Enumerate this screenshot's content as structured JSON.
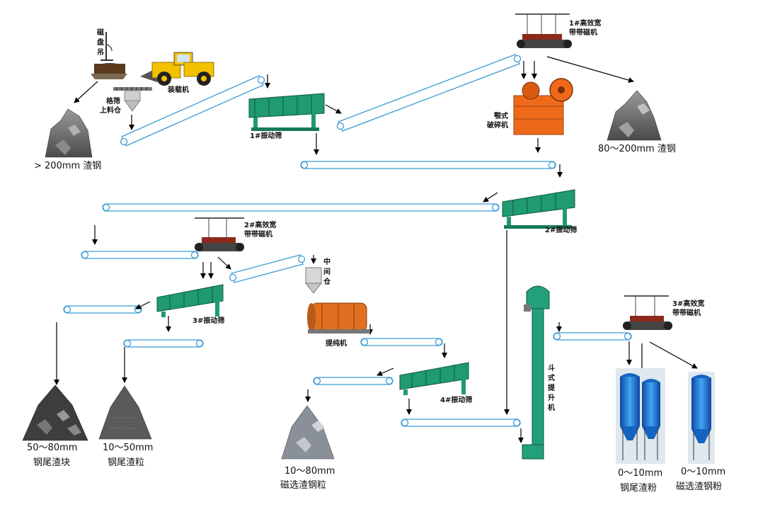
{
  "labels": {
    "magnet_crane": "磁盘吊",
    "loader": "装载机",
    "grid_hopper_1": "格筛",
    "grid_hopper_2": "上料仓",
    "separator1_a": "1#高效宽",
    "separator1_b": "带带磁机",
    "screen1": "1#振动筛",
    "jaw_crusher_a": "颚式",
    "jaw_crusher_b": "破碎机",
    "screen2": "2#振动筛",
    "separator2_a": "2#高效宽",
    "separator2_b": "带带磁机",
    "middle_bin": "中间仓",
    "screen3": "3#振动筛",
    "purifier": "提纯机",
    "screen4": "4#振动筛",
    "bucket_elevator": "斗式提升机",
    "separator3_a": "3#高效宽",
    "separator3_b": "带带磁机"
  },
  "products": {
    "p_over200": "> 200mm 渣钢",
    "p_80_200": "80～200mm 渣钢",
    "p_50_80_a": "50～80mm",
    "p_50_80_b": "钢尾渣块",
    "p_10_50_a": "10～50mm",
    "p_10_50_b": "钢尾渣粒",
    "p_10_80_a": "10～80mm",
    "p_10_80_b": "磁选渣钢粒",
    "p_0_10_tail_a": "0～10mm",
    "p_0_10_tail_b": "钢尾渣粉",
    "p_0_10_powder_a": "0～10mm",
    "p_0_10_powder_b": "磁选渣钢粉"
  },
  "colors": {
    "conveyor": "#3a9bd5",
    "screen": "#1f9a72",
    "crusher": "#ee6a1a",
    "mill": "#e07020",
    "elevator": "#22a07a",
    "silo": "#1565c0",
    "loader": "#f2c200",
    "magnet": "#7a2a1a",
    "slag": "#6b6b6b",
    "arrow": "#000000"
  }
}
